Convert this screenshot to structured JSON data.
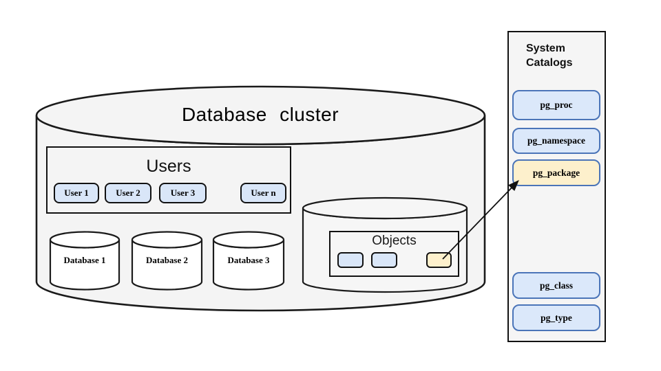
{
  "cluster": {
    "title": "Database cluster"
  },
  "users": {
    "title": "Users",
    "items": [
      "User 1",
      "User 2",
      "User 3",
      "User n"
    ]
  },
  "databases": [
    "Database 1",
    "Database 2",
    "Database 3"
  ],
  "objects": {
    "title": "Objects",
    "shapes": [
      {
        "name": "object-1",
        "color": "blue"
      },
      {
        "name": "object-2",
        "color": "blue"
      },
      {
        "name": "object-3",
        "color": "yellow"
      }
    ]
  },
  "catalogs": {
    "title": "System Catalogs",
    "items": [
      "pg_proc",
      "pg_namespace",
      "pg_package",
      "pg_class",
      "pg_type"
    ],
    "highlighted": "pg_package"
  },
  "arrow": {
    "from": "object-3",
    "to": "pg_package"
  },
  "colors": {
    "node_blue_fill": "#d9e6f8",
    "catalog_blue_fill": "#dbe8fa",
    "catalog_blue_border": "#4a74b8",
    "highlight_yellow_fill": "#fdf0cc",
    "cylinder_gray_fill": "#f4f4f4",
    "outline_black": "#111111",
    "page_background": "#ffffff"
  }
}
